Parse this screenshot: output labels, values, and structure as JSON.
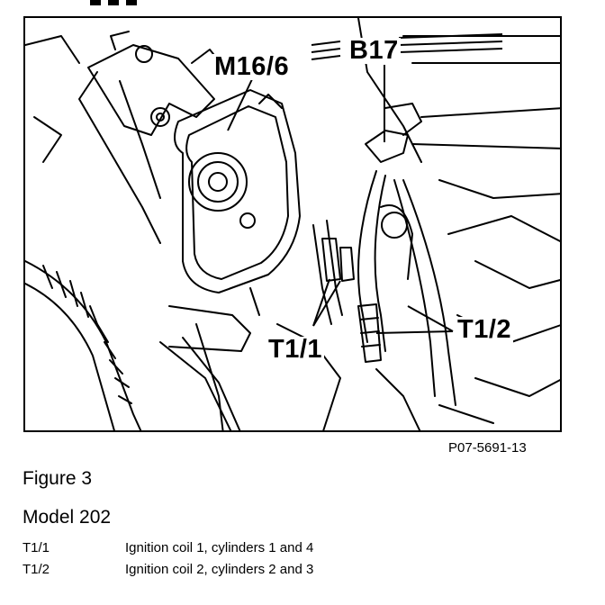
{
  "callouts": {
    "m16_6": "M16/6",
    "b17": "B17",
    "t1_1": "T1/1",
    "t1_2": "T1/2"
  },
  "reference_code": "P07-5691-13",
  "figure_title": "Figure 3",
  "model": "Model 202",
  "legend": [
    {
      "code": "T1/1",
      "description": "Ignition coil 1, cylinders 1 and 4"
    },
    {
      "code": "T1/2",
      "description": "Ignition coil 2, cylinders 2 and 3"
    }
  ]
}
